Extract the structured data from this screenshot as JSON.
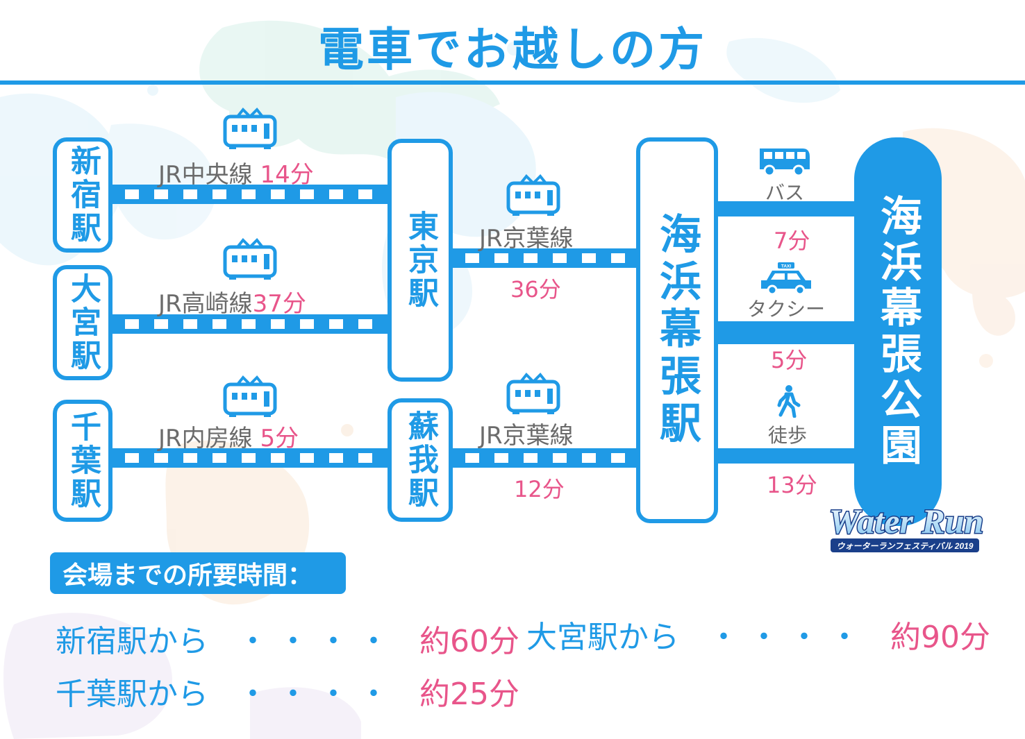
{
  "title": "電車でお越しの方",
  "colors": {
    "accent": "#1f9ae6",
    "time": "#e8558a",
    "label": "#6b6b6b"
  },
  "stations": {
    "shinjuku": "新宿駅",
    "omiya": "大宮駅",
    "chiba": "千葉駅",
    "tokyo": "東京駅",
    "soga": "蘇我駅",
    "kaihin_makuhari": "海浜幕張駅",
    "park": "海浜幕張公園"
  },
  "lines": {
    "shinjuku_tokyo": {
      "name": "JR中央線",
      "time": "14分"
    },
    "omiya_tokyo": {
      "name": "JR高崎線",
      "time": "37分"
    },
    "chiba_soga": {
      "name": "JR内房線",
      "time": "5分"
    },
    "tokyo_makuhari": {
      "name": "JR京葉線",
      "time": "36分"
    },
    "soga_makuhari": {
      "name": "JR京葉線",
      "time": "12分"
    }
  },
  "last_mile": {
    "bus": {
      "label": "バス",
      "time": "7分",
      "icon": "bus-icon"
    },
    "taxi": {
      "label": "タクシー",
      "time": "5分",
      "icon": "taxi-icon",
      "sign": "TAXI"
    },
    "walk": {
      "label": "徒歩",
      "time": "13分",
      "icon": "walking-person-icon"
    }
  },
  "logo": {
    "main": "Water Run",
    "sub": "ウォーターランフェスティバル 2019"
  },
  "summary": {
    "heading": "会場までの所要時間：",
    "dots": "・・・・",
    "items": [
      {
        "from": "新宿駅から",
        "time": "約60分"
      },
      {
        "from": "大宮駅から",
        "time": "約90分"
      },
      {
        "from": "千葉駅から",
        "time": "約25分"
      }
    ]
  }
}
